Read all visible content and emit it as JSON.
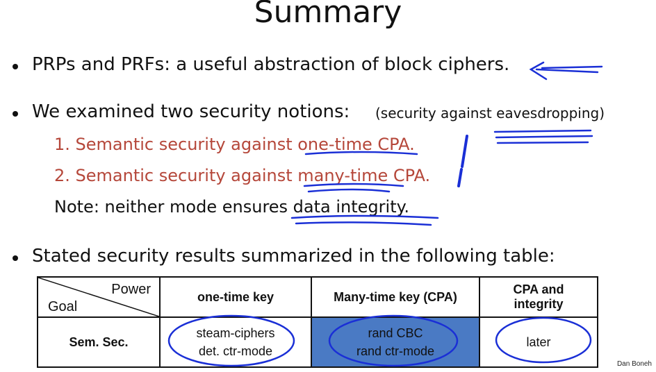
{
  "title": "Summary",
  "bullets": {
    "b1": "PRPs and PRFs:   a useful abstraction of block ciphers.",
    "b2": "We examined two security notions:",
    "b2_paren": "(security against eavesdropping)",
    "item1": "1.  Semantic security against one-time CPA.",
    "item2": "2.  Semantic security against many-time CPA.",
    "note": "Note:   neither mode ensures data integrity.",
    "b3": "Stated security results summarized in the following table:"
  },
  "table": {
    "corner_power": "Power",
    "corner_goal": "Goal",
    "headers": [
      "one-time key",
      "Many-time key (CPA)",
      "CPA  and integrity"
    ],
    "row_label": "Sem. Sec.",
    "cells": [
      [
        "steam-ciphers",
        "det. ctr-mode"
      ],
      [
        "rand CBC",
        "rand ctr-mode"
      ],
      [
        "later"
      ]
    ]
  },
  "credit": "Dan Boneh",
  "colors": {
    "red_text": "#b5473a",
    "highlight_cell": "#4a7ac4",
    "ink": "#1a2fd6"
  }
}
